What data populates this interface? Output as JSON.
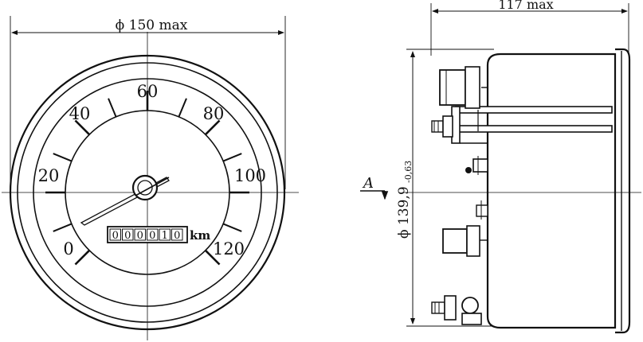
{
  "front_view": {
    "diameter_dim": "ϕ 150 max",
    "scale_labels": [
      "0",
      "20",
      "40",
      "60",
      "80",
      "100",
      "120"
    ],
    "odometer": {
      "digits": [
        "0",
        "0",
        "0",
        "0",
        "1",
        "0"
      ],
      "unit": "km"
    }
  },
  "side_view": {
    "depth_dim": "117 max",
    "diameter_dim": "ϕ 139,9",
    "diameter_tolerance": "-0,63",
    "view_label": "A"
  }
}
